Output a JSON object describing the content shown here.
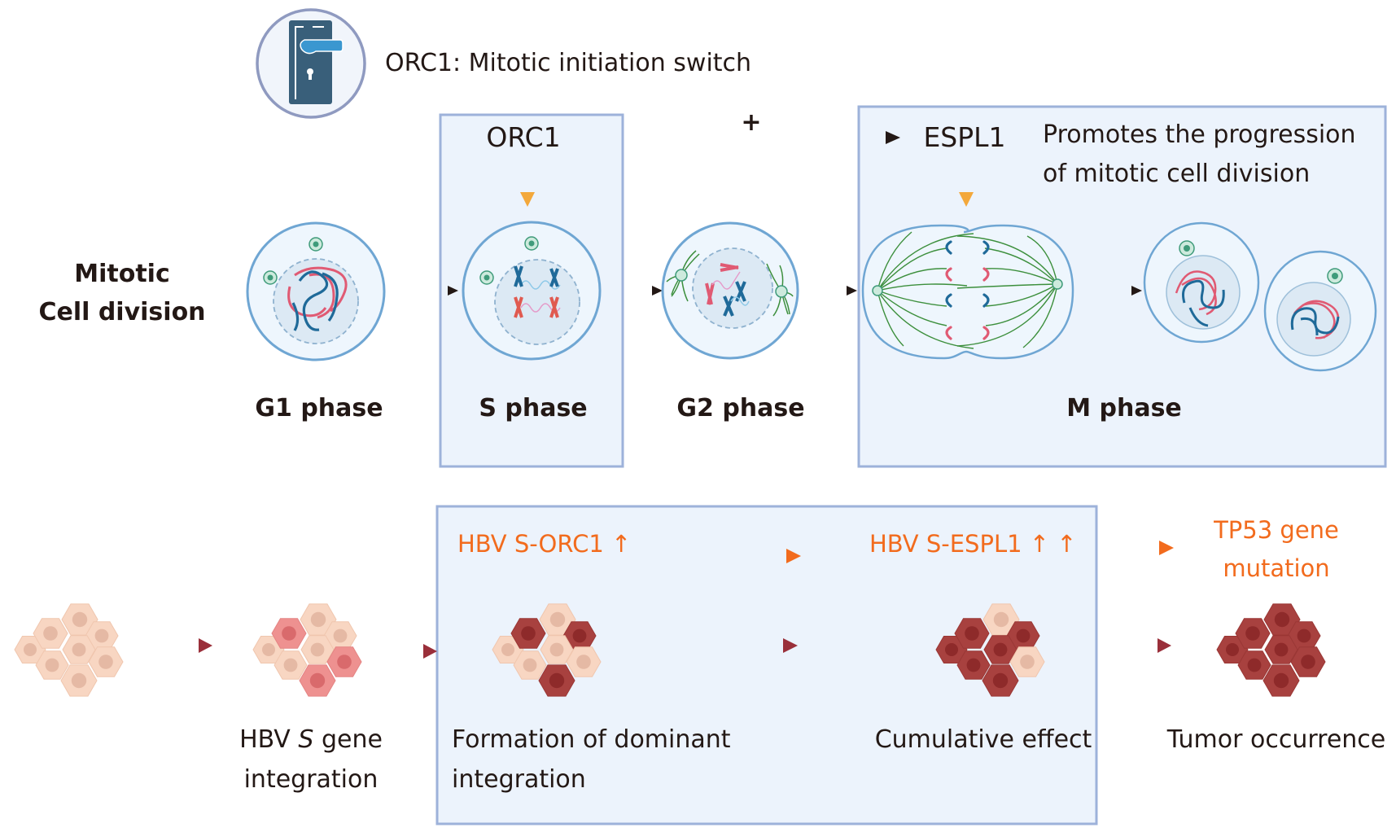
{
  "colors": {
    "text": "#231815",
    "accent_orange": "#f26b1d",
    "arrow_amber": "#f3a83b",
    "arrow_dark_red": "#9a2f3a",
    "box_fill": "#ecf3fc",
    "box_stroke": "#9db2da",
    "cell_membrane": "#6fa6d3",
    "cell_fill": "#eef6fd",
    "nucleus_fill": "#dce9f4",
    "chromosome_blue": "#1f6a99",
    "chromosome_red": "#e05a73",
    "spindle_green": "#3c8f3c",
    "hepatocyte_normal": "#f8d6c2",
    "hepatocyte_integrated": "#ee9190",
    "hepatocyte_dominant": "#a8413f"
  },
  "legend": {
    "icon": "door-lock-switch-icon",
    "label": "ORC1: Mitotic initiation switch"
  },
  "top_row": {
    "row_label": [
      "Mitotic",
      "Cell division"
    ],
    "orc1_label": "ORC1",
    "espl1_label": "ESPL1",
    "plus_sign": "+",
    "espl1_description": [
      "Promotes the progression",
      "of mitotic cell division"
    ],
    "phases": [
      {
        "id": "g1",
        "label": "G1 phase",
        "highlighted": false
      },
      {
        "id": "s",
        "label": "S phase",
        "highlighted": true
      },
      {
        "id": "g2",
        "label": "G2 phase",
        "highlighted": false
      },
      {
        "id": "m",
        "label": "M phase",
        "highlighted": true
      }
    ]
  },
  "bottom_row": {
    "stages": [
      {
        "id": "normal",
        "label": [],
        "cells": "normal"
      },
      {
        "id": "integration",
        "label_parts": [
          "HBV ",
          "S",
          " gene"
        ],
        "label_line2": "integration",
        "cells": "integration"
      },
      {
        "id": "dominant",
        "label": [
          "Formation of dominant",
          "integration"
        ],
        "cells": "dominant"
      },
      {
        "id": "cumulative",
        "label": [
          "Cumulative effect"
        ],
        "cells": "cumulative"
      },
      {
        "id": "tumor",
        "label": [
          "Tumor occurrence"
        ],
        "cells": "tumor"
      }
    ],
    "molecular_markers": [
      {
        "id": "hbv-s-orc1",
        "label": "HBV S-ORC1 ↑"
      },
      {
        "id": "hbv-s-espl1",
        "label": "HBV S-ESPL1 ↑ ↑"
      },
      {
        "id": "tp53",
        "label": [
          "TP53 gene",
          "mutation"
        ]
      }
    ]
  }
}
